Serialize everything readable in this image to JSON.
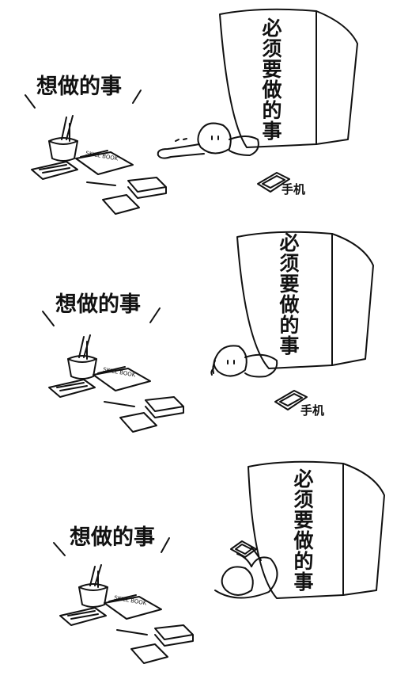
{
  "panels": [
    {
      "want_label": "想做的事",
      "must_label": "必须要做的事",
      "phone_label": "手机"
    },
    {
      "want_label": "想做的事",
      "must_label": "必须要做的事",
      "phone_label": "手机"
    },
    {
      "want_label": "想做的事",
      "must_label": "必须要做的事"
    }
  ],
  "book_text": "SKILL BOOK",
  "ink_color": "#111111"
}
